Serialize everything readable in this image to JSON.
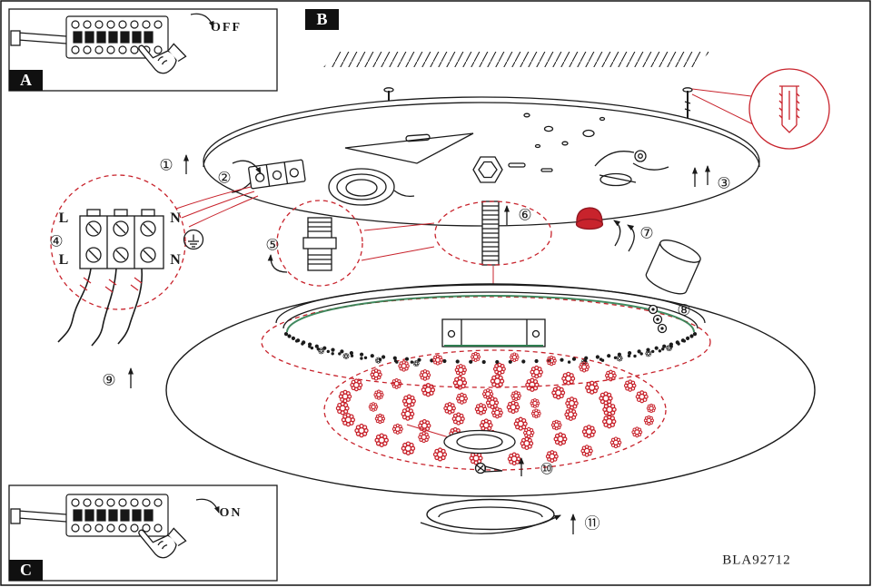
{
  "panels": {
    "a": {
      "label": "A",
      "state_label": "OFF"
    },
    "b": {
      "label": "B"
    },
    "c": {
      "label": "C",
      "state_label": "ON"
    }
  },
  "terminal_diagram": {
    "l_top": "L",
    "n_top": "N",
    "l_bottom": "L",
    "n_bottom": "N"
  },
  "steps": [
    "①",
    "②",
    "③",
    "④",
    "⑤",
    "⑥",
    "⑦",
    "⑧",
    "⑨",
    "⑩",
    "⑪"
  ],
  "model_number": "BLA92712",
  "icons": {
    "pointing_hand_icon": "☝",
    "up_arrow": "↑",
    "rotate_arrow": "↻",
    "ground_symbol": "⏚",
    "wall_anchor_icon": "wall plug (magnified detail)"
  },
  "colors": {
    "accent_red": "#c8232c",
    "line_black": "#1a1a1a",
    "pcb_green": "#2e7d4f"
  }
}
